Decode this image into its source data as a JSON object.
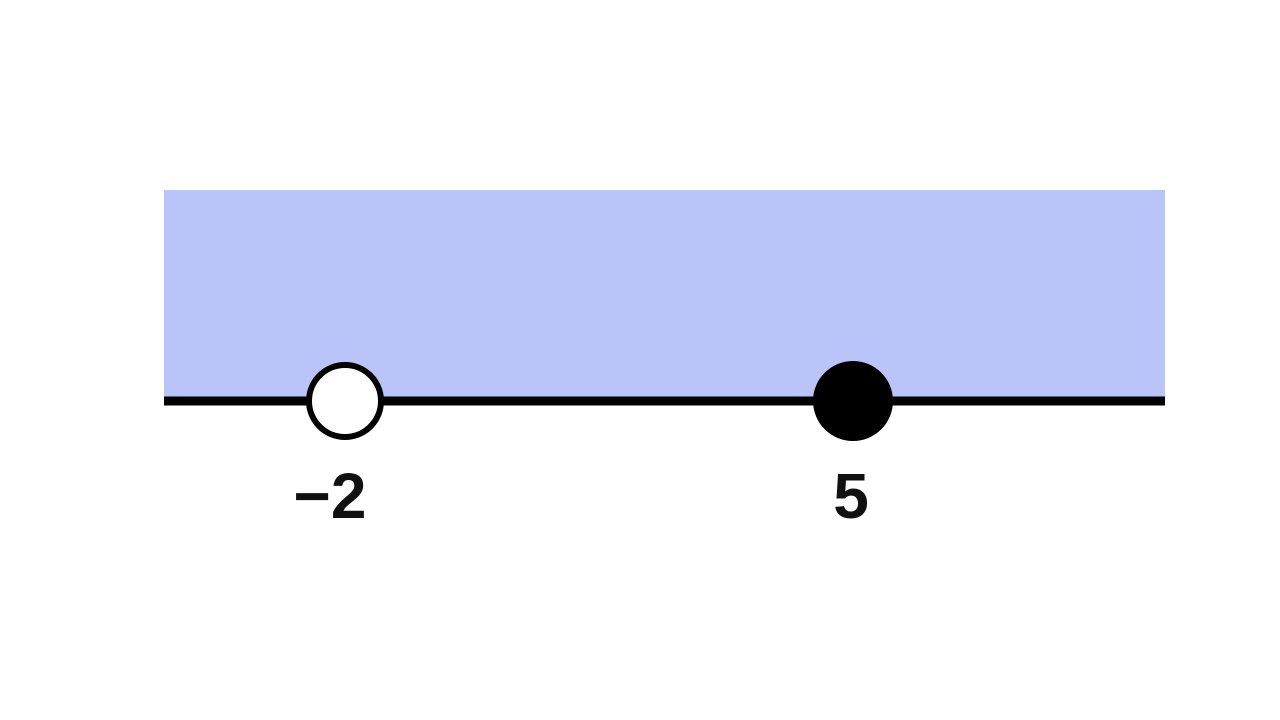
{
  "number_line": {
    "colors": {
      "shade": "#bac4f8",
      "line": "#000000",
      "open_point_fill": "#ffffff",
      "closed_point_fill": "#000000"
    },
    "points": [
      {
        "value": -2,
        "label": "−2",
        "style": "open"
      },
      {
        "value": 5,
        "label": "5",
        "style": "closed"
      }
    ]
  }
}
